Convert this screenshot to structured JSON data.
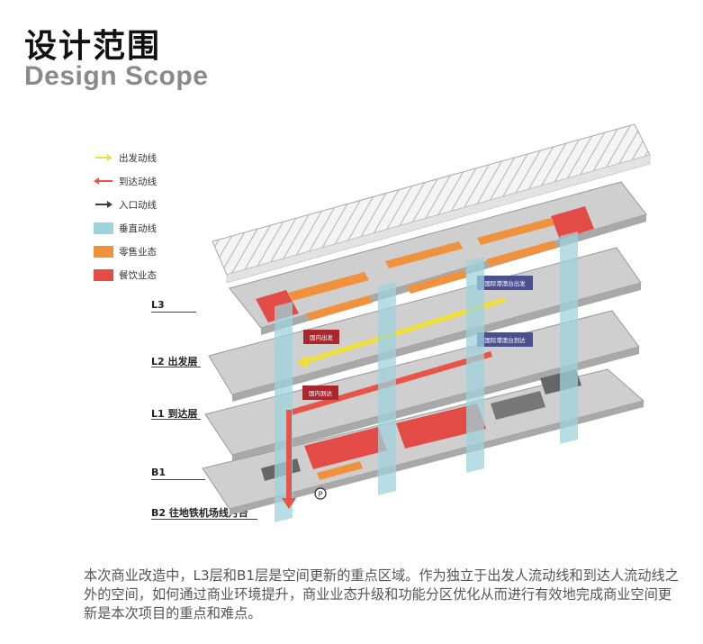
{
  "title": {
    "cn": "设计范围",
    "en": "Design Scope"
  },
  "legend": [
    {
      "label": "出发动线",
      "symbol": "arrow-right-icon",
      "color": "#f2e03a"
    },
    {
      "label": "到达动线",
      "symbol": "arrow-left-icon",
      "color": "#e8544a"
    },
    {
      "label": "入口动线",
      "symbol": "arrow-right-icon",
      "color": "#3c3c3c"
    },
    {
      "label": "垂直动线",
      "symbol": "swatch",
      "color": "#9fd3db"
    },
    {
      "label": "零售业态",
      "symbol": "swatch",
      "color": "#f0923d"
    },
    {
      "label": "餐饮业态",
      "symbol": "swatch",
      "color": "#e24b46"
    }
  ],
  "levels": [
    {
      "label": "L3"
    },
    {
      "label": "L2 出发层"
    },
    {
      "label": "L1 到达层"
    },
    {
      "label": "B1"
    },
    {
      "label": "B2 往地铁机场线月台"
    }
  ],
  "tags": {
    "intl_departure": "国际港澳台出发",
    "intl_arrival": "国际港澳台到达",
    "dom_departure": "国内出发",
    "dom_arrival": "国内到达",
    "parking": "P"
  },
  "caption": "本次商业改造中，L3层和B1层是空间更新的重点区域。作为独立于出发人流动线和到达人流动线之外的空间，如何通过商业环境提升，商业业态升级和功能分区优化从而进行有效地完成商业空间更新是本次项目的重点和难点。",
  "colors": {
    "slab": "#cfcfcf",
    "slab_edge": "#9a9a9a",
    "vertical": "#9fd3db",
    "retail": "#f0923d",
    "dining": "#e24b46",
    "departure": "#f2e03a",
    "arrival": "#e8544a",
    "entry": "#3c3c3c",
    "tag_blue": "#4a4f8f",
    "tag_red": "#a8282e"
  }
}
